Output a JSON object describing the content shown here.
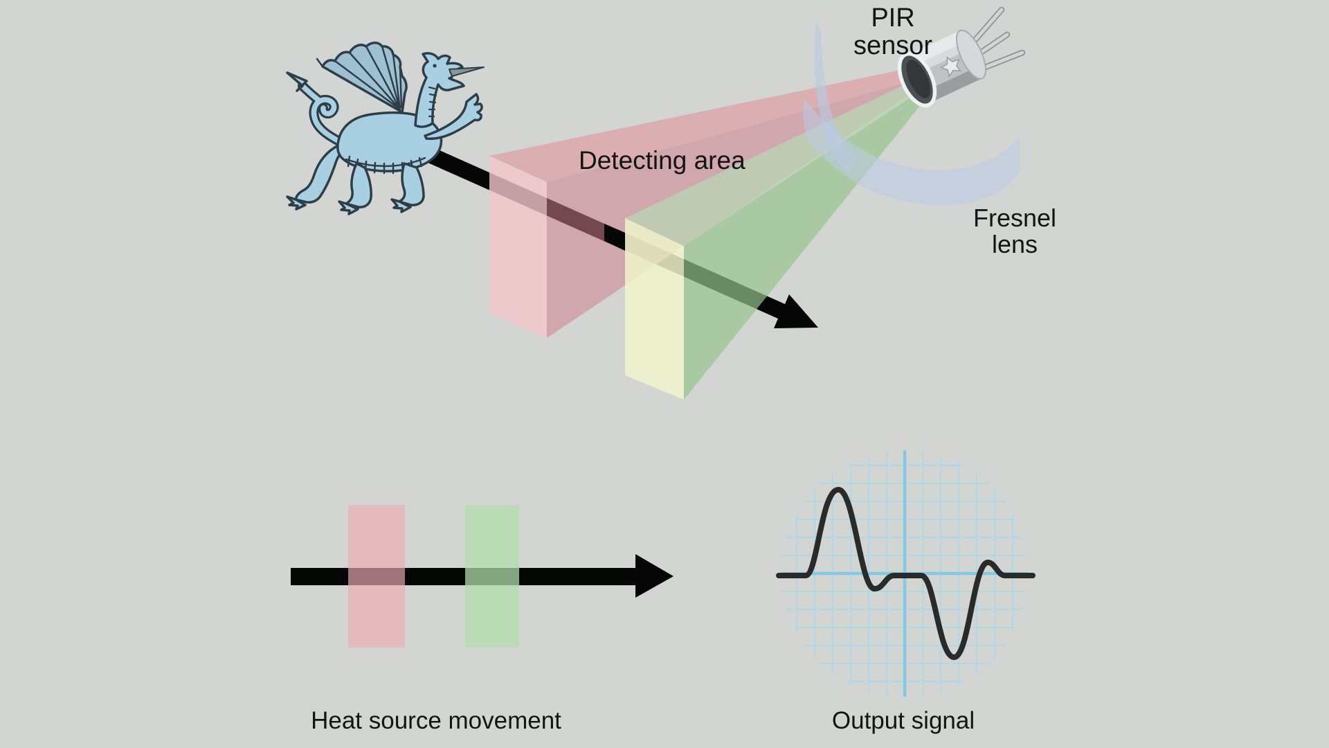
{
  "scene": {
    "background_color": "#d3d5d3",
    "top": {
      "detecting_area_label": "Detecting area",
      "pir_label_line1": "PIR",
      "pir_label_line2": "sensor",
      "fresnel_label_line1": "Fresnel",
      "fresnel_label_line2": "lens",
      "heat_source_icon": "dragon-illustration",
      "sensor": {
        "pins_count": 3,
        "body_marking": "star",
        "body_color": "#c0c2c4"
      },
      "colors": {
        "pink_beam": "#e7b3ba",
        "green_beam": "#bcd9b0",
        "fresnel_lens_blue": "#c5d2e8",
        "motion_arrow": "#060606",
        "dragon_blue": "#a9d0e2"
      }
    },
    "bottom_left": {
      "caption": "Heat source movement",
      "pink_zone_color": "#e5b6bb",
      "green_zone_color": "#b7dcb2",
      "arrow_color": "#060606"
    },
    "bottom_right": {
      "caption": "Output signal",
      "grid_color": "#aed8ea",
      "axis_color": "#84c9e4",
      "trace_color": "#2a2a2a",
      "waveform_pattern": "baseline, positive peak, small undershoot, baseline, negative trough, small overshoot, baseline"
    }
  }
}
